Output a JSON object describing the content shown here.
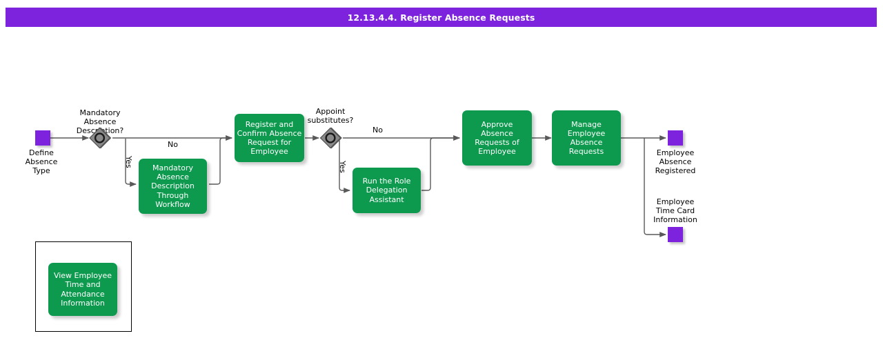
{
  "header": {
    "title": "12.13.4.4. Register Absence Requests",
    "bar_color": "#7D22DD",
    "text_color": "#ffffff"
  },
  "palette": {
    "task_green": "#0D9A4E",
    "event_purple": "#7D22DD",
    "gateway_gray": "#808080",
    "connector_gray": "#595959",
    "background": "#ffffff"
  },
  "diagram": {
    "type": "bpmn-process-flow",
    "start_events": [
      {
        "id": "start-define-absence-type",
        "label": "Define\nAbsence\nType",
        "shape": "square",
        "color": "#7D22DD"
      }
    ],
    "gateways": [
      {
        "id": "gw-mandatory-absence-description",
        "label": "Mandatory\nAbsence\nDescription?",
        "shape": "inclusive-gateway"
      },
      {
        "id": "gw-appoint-substitutes",
        "label": "Appoint\nsubstitutes?",
        "shape": "inclusive-gateway"
      }
    ],
    "tasks": [
      {
        "id": "task-mandatory-absence-description-workflow",
        "label": "Mandatory\nAbsence\nDescription\nThrough\nWorkflow"
      },
      {
        "id": "task-register-confirm-absence-request",
        "label": "Register and\nConfirm Absence\nRequest for\nEmployee"
      },
      {
        "id": "task-run-role-delegation-assistant",
        "label": "Run the Role\nDelegation\nAssistant"
      },
      {
        "id": "task-approve-absence-requests",
        "label": "Approve Absence\nRequests of\nEmployee"
      },
      {
        "id": "task-manage-employee-absence-requests",
        "label": "Manage\nEmployee\nAbsence\nRequests"
      },
      {
        "id": "task-view-employee-time-attendance",
        "label": "View Employee\nTime and\nAttendance\nInformation"
      }
    ],
    "end_events": [
      {
        "id": "end-employee-absence-registered",
        "label": "Employee\nAbsence\nRegistered",
        "shape": "square",
        "color": "#7D22DD"
      },
      {
        "id": "end-employee-time-card-information",
        "label": "Employee\nTime Card\nInformation",
        "shape": "square",
        "color": "#7D22DD"
      }
    ],
    "edge_labels": {
      "gw1_no": "No",
      "gw1_yes": "Yes",
      "gw2_no": "No",
      "gw2_yes": "Yes"
    }
  }
}
